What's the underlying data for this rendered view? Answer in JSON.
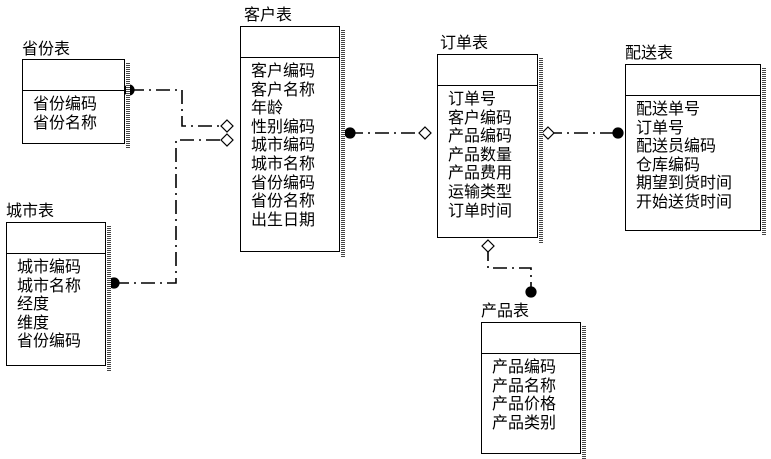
{
  "entities": {
    "province": {
      "title": "省份表",
      "fields": [
        "省份编码",
        "省份名称"
      ]
    },
    "city": {
      "title": "城市表",
      "fields": [
        "城市编码",
        "城市名称",
        "经度",
        "维度",
        "省份编码"
      ]
    },
    "customer": {
      "title": "客户表",
      "fields": [
        "客户编码",
        "客户名称",
        "年龄",
        "性别编码",
        "城市编码",
        "城市名称",
        "省份编码",
        "省份名称",
        "出生日期"
      ]
    },
    "order": {
      "title": "订单表",
      "fields": [
        "订单号",
        "客户编码",
        "产品编码",
        "产品数量",
        "产品费用",
        "运输类型",
        "订单时间"
      ]
    },
    "delivery": {
      "title": "配送表",
      "fields": [
        "配送单号",
        "订单号",
        "配送员编码",
        "仓库编码",
        "期望到货时间",
        "开始送货时间"
      ]
    },
    "product": {
      "title": "产品表",
      "fields": [
        "产品编码",
        "产品名称",
        "产品价格",
        "产品类别"
      ]
    }
  },
  "relationships": [
    {
      "from": "province",
      "to": "customer",
      "style": "dash-dot"
    },
    {
      "from": "city",
      "to": "customer",
      "style": "dash-dot"
    },
    {
      "from": "customer",
      "to": "order",
      "style": "dash-dot"
    },
    {
      "from": "order",
      "to": "delivery",
      "style": "dash-dot"
    },
    {
      "from": "order",
      "to": "product",
      "style": "dash-dot"
    }
  ]
}
